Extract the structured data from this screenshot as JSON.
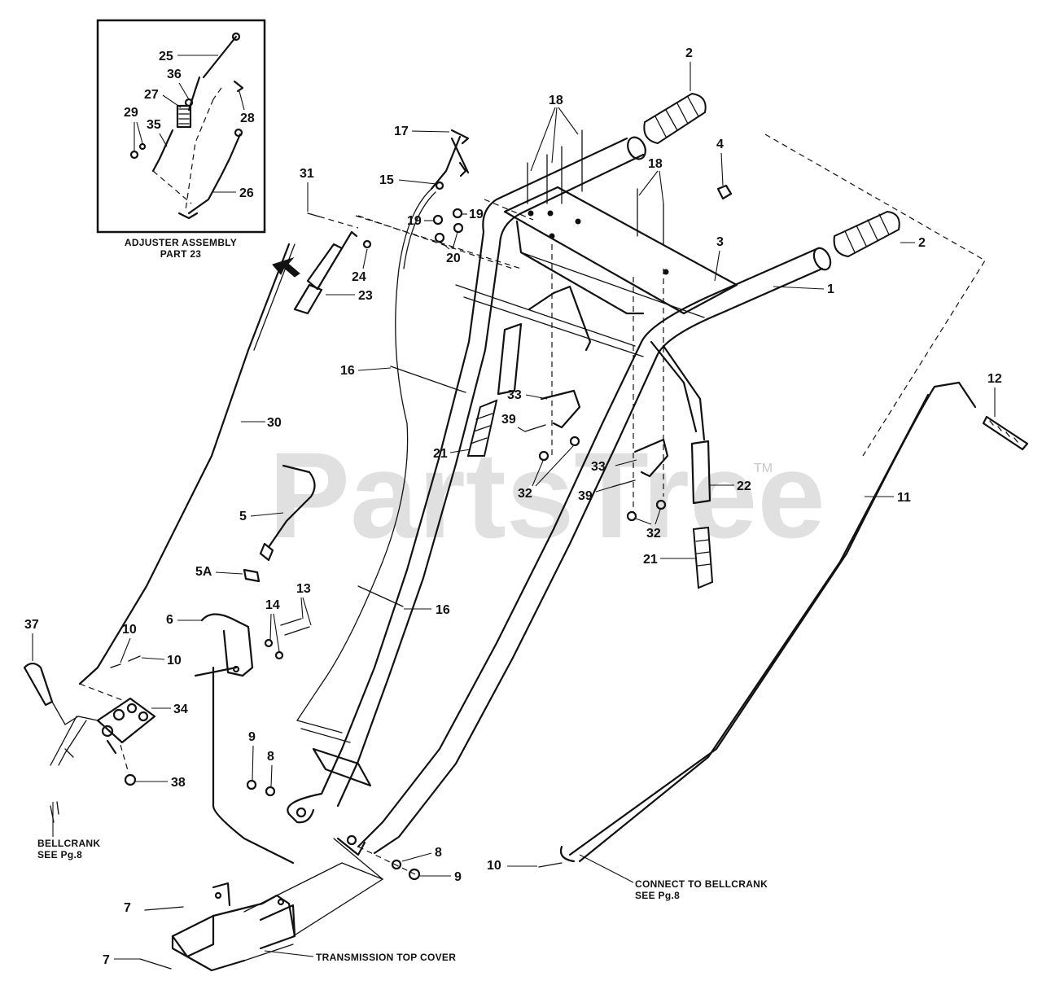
{
  "inset": {
    "caption_line1": "ADJUSTER ASSEMBLY",
    "caption_line2": "PART 23"
  },
  "notes": {
    "bellcrank_left_line1": "BELLCRANK",
    "bellcrank_left_line2": "SEE Pg.8",
    "connect_line1": "CONNECT TO BELLCRANK",
    "connect_line2": "SEE Pg.8",
    "transmission": "TRANSMISSION TOP COVER"
  },
  "watermark": {
    "text": "PartsTree",
    "tm": "TM"
  },
  "callouts": {
    "c1": "1",
    "c2a": "2",
    "c2b": "2",
    "c3": "3",
    "c4": "4",
    "c5": "5",
    "c5a": "5A",
    "c6": "6",
    "c7a": "7",
    "c7b": "7",
    "c8a": "8",
    "c8b": "8",
    "c9a": "9",
    "c9b": "9",
    "c10a": "10",
    "c10b": "10",
    "c10c": "10",
    "c11": "11",
    "c12": "12",
    "c13": "13",
    "c14": "14",
    "c15": "15",
    "c16a": "16",
    "c16b": "16",
    "c17": "17",
    "c18a": "18",
    "c18b": "18",
    "c19a": "19",
    "c19b": "19",
    "c20": "20",
    "c21a": "21",
    "c21b": "21",
    "c22": "22",
    "c23": "23",
    "c24": "24",
    "c25": "25",
    "c26": "26",
    "c27": "27",
    "c28": "28",
    "c29": "29",
    "c30": "30",
    "c31": "31",
    "c32a": "32",
    "c32b": "32",
    "c33a": "33",
    "c33b": "33",
    "c34": "34",
    "c35": "35",
    "c36": "36",
    "c37": "37",
    "c38": "38",
    "c39a": "39",
    "c39b": "39"
  }
}
